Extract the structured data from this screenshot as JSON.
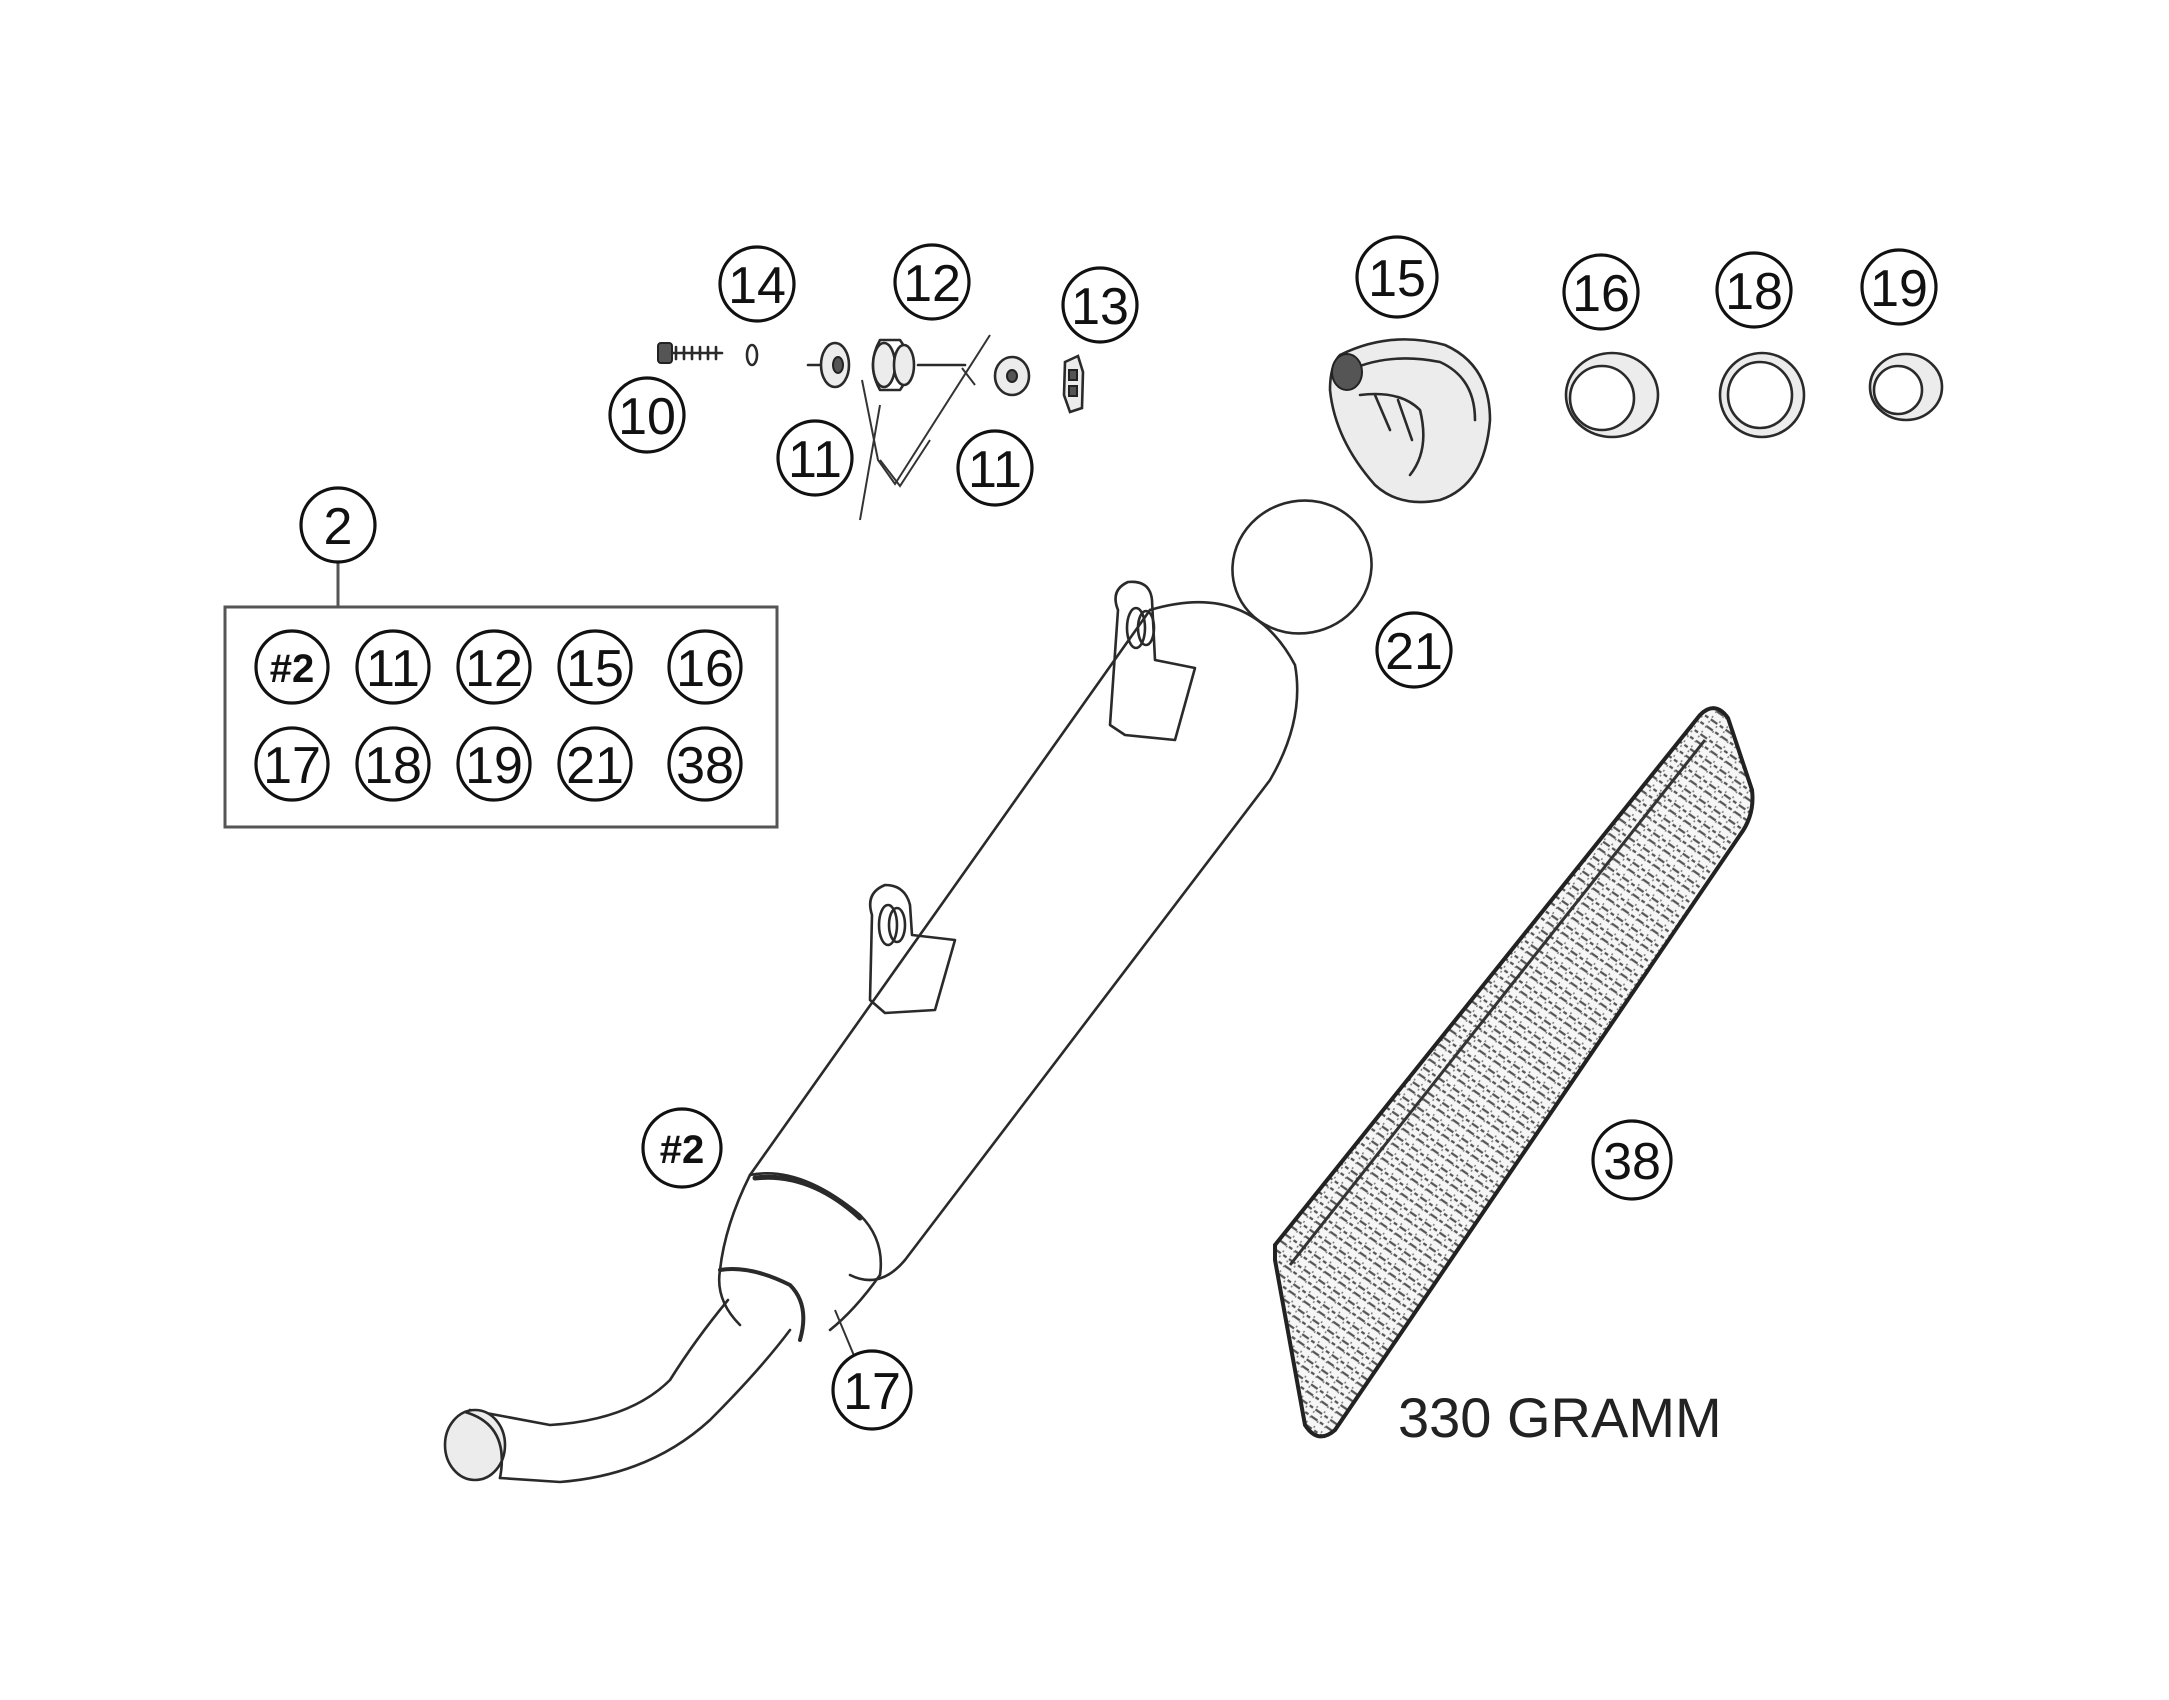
{
  "kit": {
    "number": "2",
    "contents": [
      "#2",
      "11",
      "12",
      "15",
      "16",
      "17",
      "18",
      "19",
      "21",
      "38"
    ]
  },
  "callouts": {
    "c10": "10",
    "c11a": "11",
    "c11b": "11",
    "c12": "12",
    "c13": "13",
    "c14": "14",
    "c15": "15",
    "c16": "16",
    "c18": "18",
    "c19": "19",
    "c21": "21",
    "c2silencer": "#2",
    "c17": "17",
    "c38": "38"
  },
  "weight_label": "330 GRAMM"
}
